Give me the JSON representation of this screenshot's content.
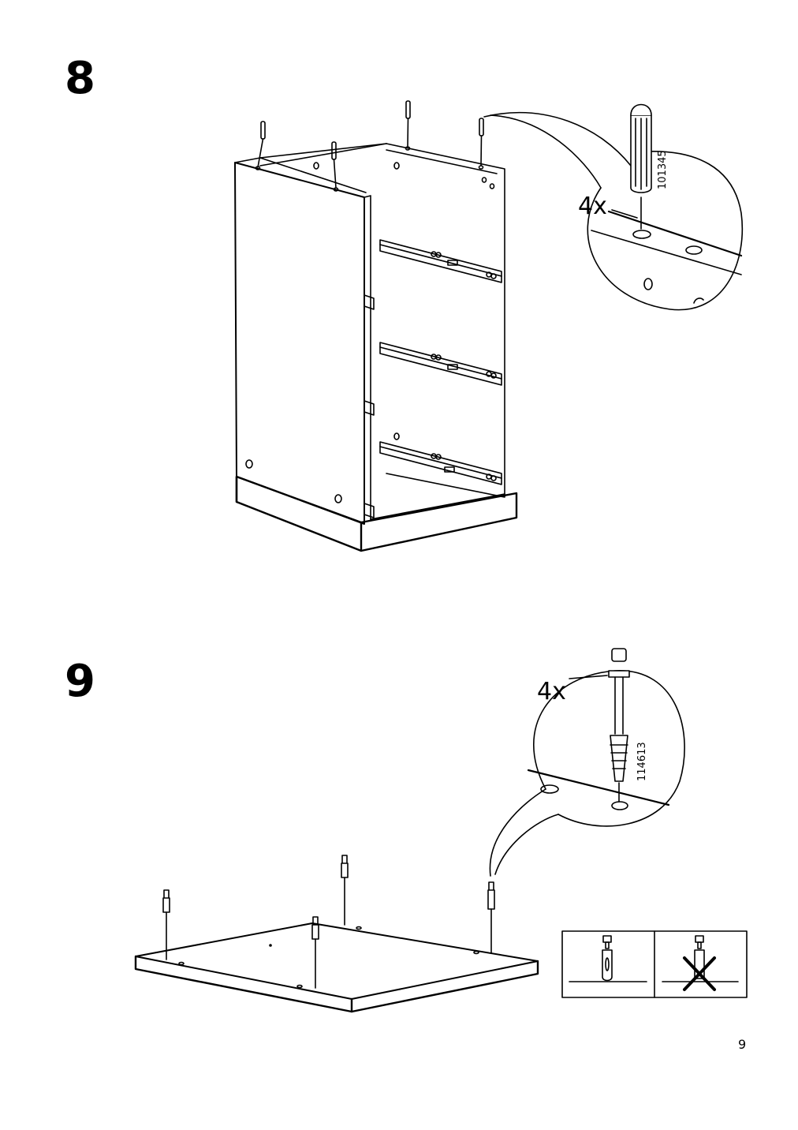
{
  "steps": [
    {
      "number": "8",
      "detail_quantity": "4x",
      "part_number": "101345",
      "illustration": "cabinet-frame-with-drawer-runners-and-wooden-dowels",
      "detail_icon": "wooden-dowel-icon"
    },
    {
      "number": "9",
      "detail_quantity": "4x",
      "part_number": "114613",
      "illustration": "top-panel-with-cam-lock-bolts",
      "detail_icon": "cam-lock-bolt-icon",
      "insertion_guide": {
        "correct_icon": "bolt-fully-inserted-icon",
        "wrong_icon": "bolt-partially-inserted-crossed-icon"
      }
    }
  ],
  "page_number": "9",
  "colors": {
    "line": "#000000",
    "background": "#ffffff"
  }
}
